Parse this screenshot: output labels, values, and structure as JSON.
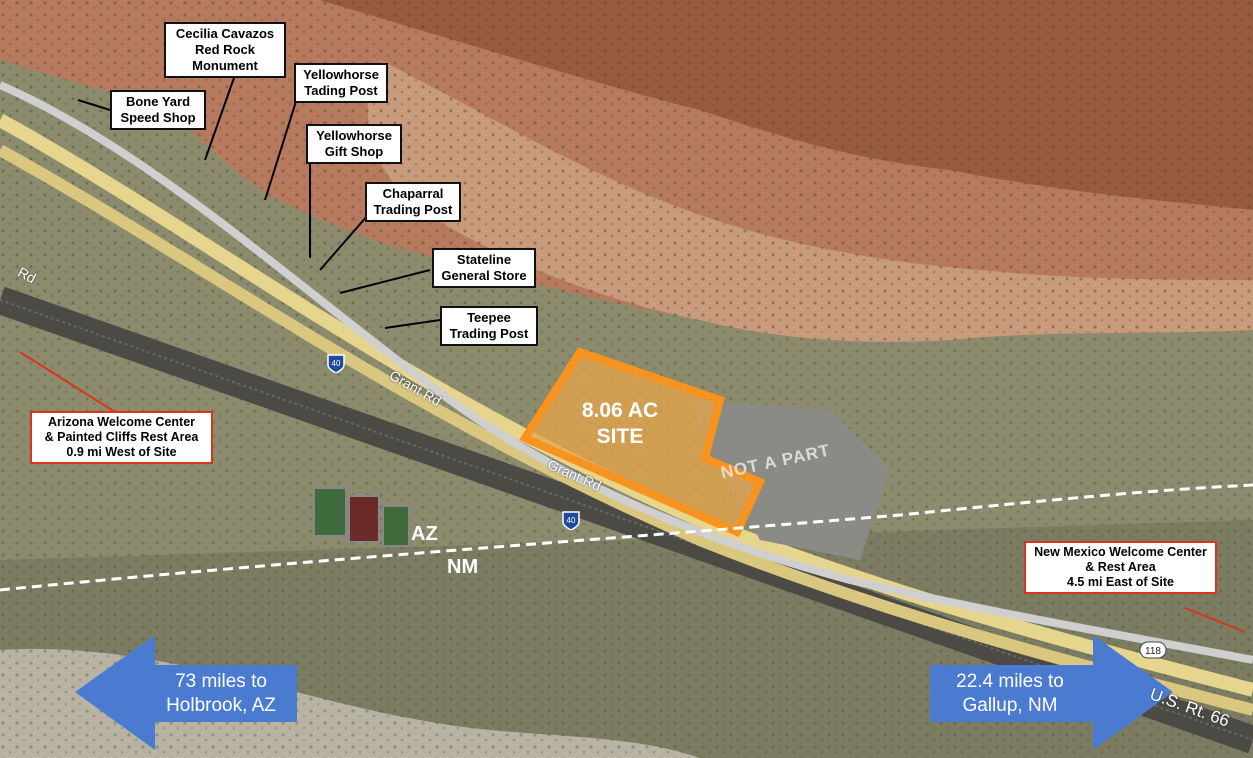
{
  "callouts": {
    "cecilia": "Cecilia Cavazos\nRed Rock\nMonument",
    "bone_yard": "Bone Yard\nSpeed Shop",
    "yh_trading": "Yellowhorse\nTading Post",
    "yh_gift": "Yellowhorse\nGift Shop",
    "chaparral": "Chaparral\nTrading Post",
    "stateline": "Stateline\nGeneral Store",
    "teepee": "Teepee\nTrading Post",
    "az_welcome": "Arizona Welcome Center\n& Painted Cliffs Rest Area\n0.9 mi West of Site",
    "nm_welcome": "New Mexico Welcome Center\n& Rest Area\n4.5 mi East of Site"
  },
  "site": {
    "label": "8.06 AC\nSITE",
    "not_a_part": "NOT A PART",
    "outline_color": "#f7931e"
  },
  "roads": {
    "grant_rd_1": "Grant Rd",
    "grant_rd_2": "Grant Rd",
    "rd_fragment": "Rd",
    "us66": "U.S. Rt. 66",
    "i40_1": "40",
    "i40_2": "40",
    "route_118": "118"
  },
  "states": {
    "az": "AZ",
    "nm": "NM"
  },
  "arrows": {
    "west": "73 miles to\nHolbrook, AZ",
    "east": "22.4 miles to\nGallup, NM",
    "color": "#4a7bd0"
  },
  "colors": {
    "callout_red": "#d8341e",
    "highway": "#e6d58c"
  }
}
